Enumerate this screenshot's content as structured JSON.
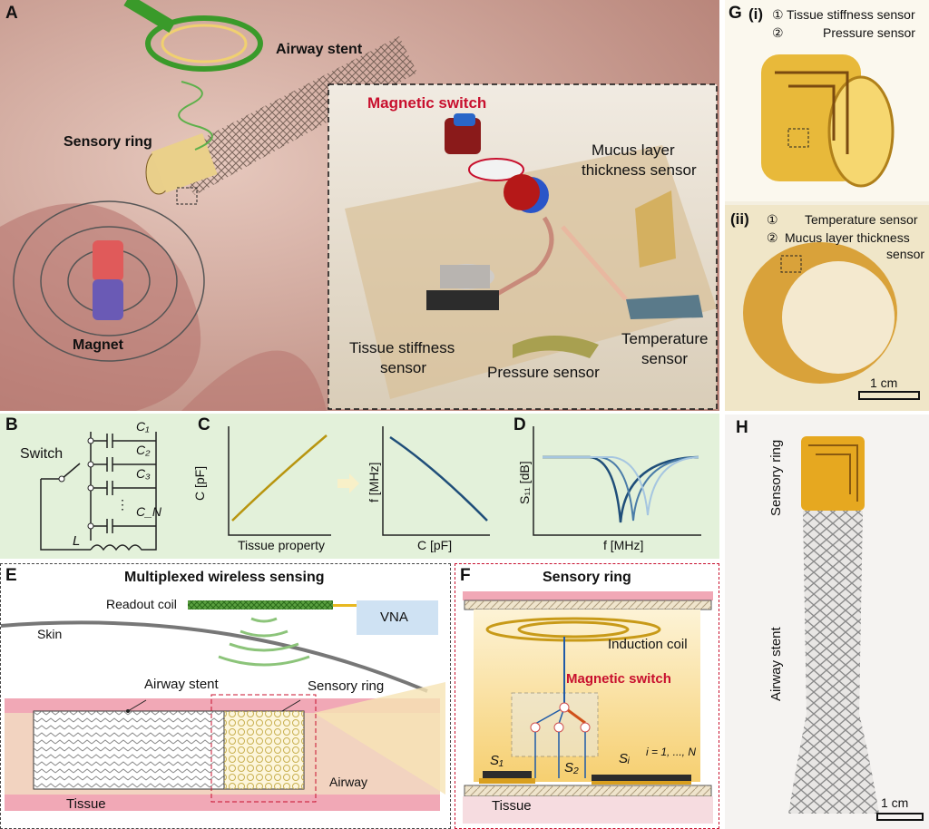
{
  "panels": {
    "A": {
      "label": "A",
      "airway_stent": "Airway stent",
      "sensory_ring": "Sensory ring",
      "magnet": "Magnet",
      "magnetic_switch": "Magnetic switch",
      "mucus_1": "Mucus layer",
      "mucus_2": "thickness sensor",
      "tissue_1": "Tissue stiffness",
      "tissue_2": "sensor",
      "pressure": "Pressure sensor",
      "temperature_1": "Temperature",
      "temperature_2": "sensor"
    },
    "B": {
      "label": "B",
      "switch": "Switch",
      "caps": [
        "C₁",
        "C₂",
        "C₃",
        "C_N"
      ],
      "dots": "⋮",
      "inductor": "L"
    },
    "C": {
      "label": "C",
      "plot1_ylabel": "C [pF]",
      "plot1_xlabel": "Tissue property",
      "plot2_ylabel": "f [MHz]",
      "plot2_xlabel": "C [pF]"
    },
    "D": {
      "label": "D",
      "ylabel": "S₁₁ [dB]",
      "xlabel": "f [MHz]"
    },
    "E": {
      "label": "E",
      "title": "Multiplexed wireless sensing",
      "readout_coil": "Readout coil",
      "vna": "VNA",
      "skin": "Skin",
      "airway_stent": "Airway stent",
      "sensory_ring": "Sensory ring",
      "airway": "Airway",
      "tissue": "Tissue"
    },
    "F": {
      "label": "F",
      "title": "Sensory ring",
      "induction_coil": "Induction coil",
      "magnetic_switch": "Magnetic switch",
      "s1": "S₁",
      "s2": "S₂",
      "si": "Sᵢ",
      "index": "i = 1, ..., N",
      "tissue": "Tissue"
    },
    "G": {
      "label": "G",
      "i_label": "(i)",
      "i_n1": "①",
      "i_item1": "Tissue stiffness sensor",
      "i_n2": "②",
      "i_item2": "Pressure sensor",
      "ii_label": "(ii)",
      "ii_n1": "①",
      "ii_item1": "Temperature sensor",
      "ii_n2": "②",
      "ii_item2a": "Mucus layer thickness",
      "ii_item2b": "sensor",
      "scale": "1 cm"
    },
    "H": {
      "label": "H",
      "sensory_ring": "Sensory ring",
      "airway_stent": "Airway stent",
      "scale": "1 cm"
    }
  },
  "colors": {
    "green_bg": "#e3f1da",
    "curve_gold": "#b8950f",
    "curve_blue": "#1f4e79",
    "accent_red": "#c8102e",
    "tissue_pink": "#e8a0a8",
    "vna_blue": "#cfe2f3"
  }
}
